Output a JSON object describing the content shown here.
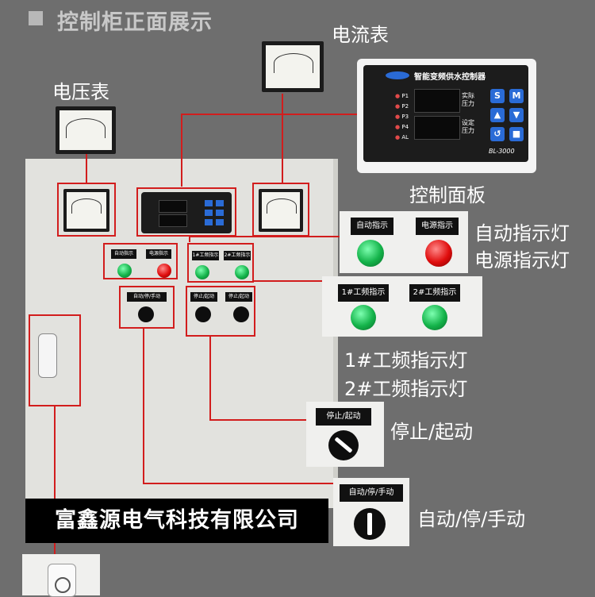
{
  "header": {
    "title": "控制柜正面展示"
  },
  "labels": {
    "ammeter": "电流表",
    "voltmeter": "电压表",
    "control_panel": "控制面板",
    "auto_light": "自动指示灯",
    "power_light": "电源指示灯",
    "freq1_light": "1#工频指示灯",
    "freq2_light": "2#工频指示灯",
    "stop_start": "停止/起动",
    "auto_stop_manual": "自动/停/手动"
  },
  "controller": {
    "title": "智能变频供水控制器",
    "leds": [
      "P1",
      "P2",
      "P3",
      "P4",
      "AL"
    ],
    "actual_pressure": "实际压力",
    "set_pressure": "设定压力",
    "model": "BL-3000",
    "btn_s": "S",
    "btn_m": "M"
  },
  "plates": {
    "auto": "自动指示",
    "power": "电源指示",
    "freq1": "1#工频指示",
    "freq2": "2#工频指示",
    "stop_start": "停止/起动",
    "auto_stop_manual": "自动/停/手动"
  },
  "company_banner": "富鑫源电气科技有限公司",
  "colors": {
    "accent_red": "#d21d1d",
    "lamp_green": "#14b34a",
    "lamp_red": "#e00d0d",
    "button_blue": "#2a6bd6"
  }
}
